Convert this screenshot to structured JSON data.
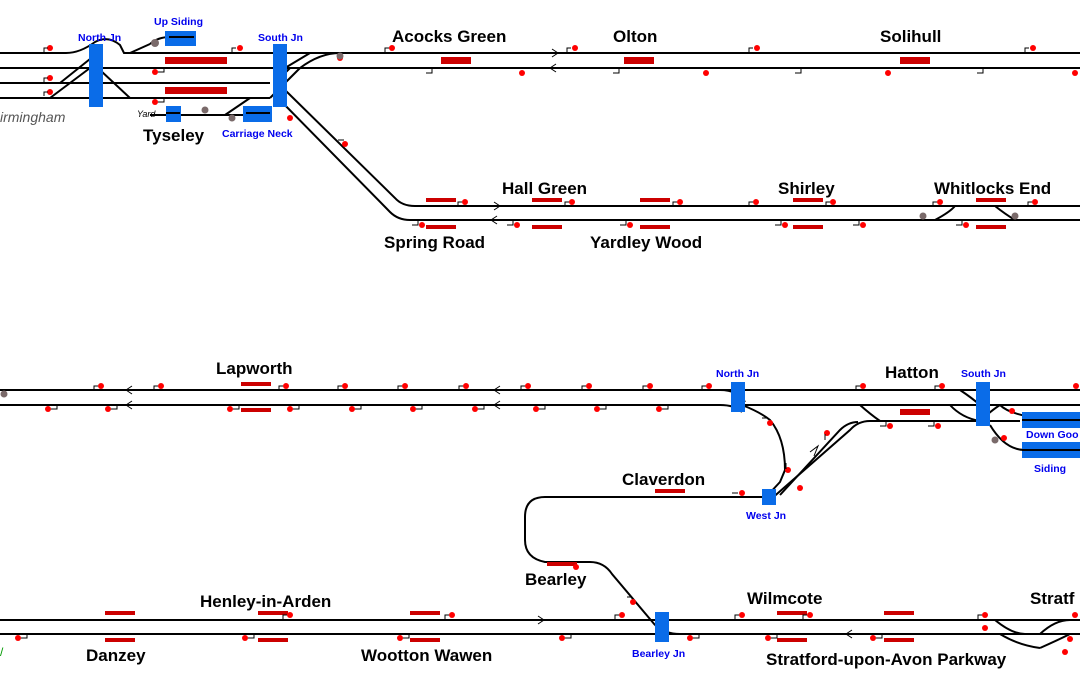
{
  "stations": {
    "acocks_green": "Acocks Green",
    "olton": "Olton",
    "solihull": "Solihull",
    "tyseley": "Tyseley",
    "hall_green": "Hall Green",
    "shirley": "Shirley",
    "whitlocks_end": "Whitlocks End",
    "spring_road": "Spring Road",
    "yardley_wood": "Yardley Wood",
    "lapworth": "Lapworth",
    "hatton": "Hatton",
    "claverdon": "Claverdon",
    "bearley": "Bearley",
    "henley": "Henley-in-Arden",
    "wilmcote": "Wilmcote",
    "stratford": "Stratf",
    "danzey": "Danzey",
    "wootton_wawen": "Wootton Wawen",
    "stratford_parkway": "Stratford-upon-Avon Parkway"
  },
  "junctions": {
    "tyseley_north": "North Jn",
    "tyseley_south": "South Jn",
    "up_siding": "Up Siding",
    "carriage_neck": "Carriage Neck",
    "hatton_north": "North Jn",
    "hatton_south": "South Jn",
    "west_jn": "West Jn",
    "bearley_jn": "Bearley Jn",
    "down_goods": "Down Goo",
    "siding": "Siding"
  },
  "labels": {
    "birmingham": "irmingham",
    "yard": "Yard"
  },
  "colors": {
    "track": "#000000",
    "platform": "#cc0000",
    "junction": "#0a6ce8",
    "signal": "#ff0000",
    "junction_text": "#0000ee"
  }
}
